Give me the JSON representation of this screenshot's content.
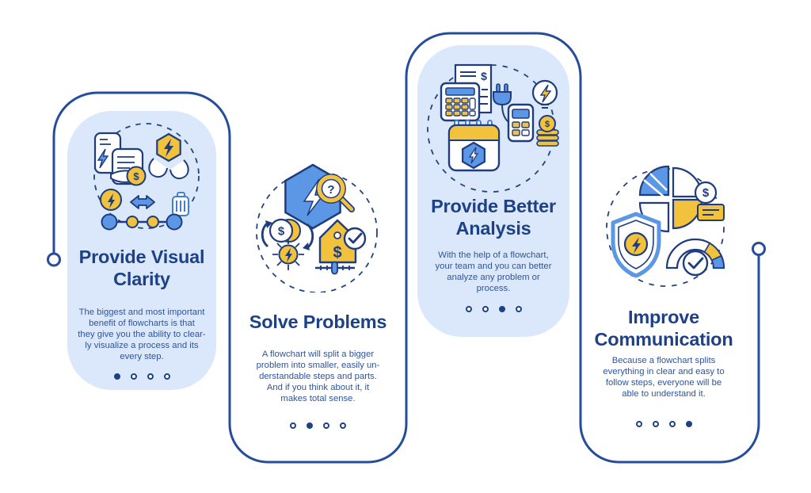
{
  "symbols": {
    "dollar": "$",
    "question": "?"
  },
  "palette": {
    "navy": "#1e3c7e",
    "connector": "#264c9c",
    "blue": "#5b97e4",
    "yellow": "#f2c23c",
    "tint": "#dbe8fb",
    "title_text": "#1c4187",
    "body_text": "#2e549c"
  },
  "cards": [
    {
      "name": "provide-visual-clarity",
      "tinted": true,
      "title": "Provide Visual Clarity",
      "title_lines": [
        "Provide Visual",
        "Clarity"
      ],
      "desc_lines": [
        "The biggest and most important",
        "benefit of flowcharts is that",
        "they give you the ability to clear-",
        "ly visualize a process and its",
        "every step."
      ],
      "dots": {
        "count": 4,
        "active": 0
      },
      "illustration": [
        "documents-icon",
        "dollar-coin-icon",
        "lightning-hexagon-icon",
        "holding-hands-icon",
        "lightning-circle-icon",
        "double-arrow-icon",
        "luggage-icon",
        "progress-dots-icon"
      ]
    },
    {
      "name": "solve-problems",
      "tinted": false,
      "title": "Solve Problems",
      "title_lines": [
        "Solve Problems"
      ],
      "desc_lines": [
        "A flowchart will split a bigger",
        "problem into smaller, easily un-",
        "derstandable steps and parts.",
        "And if you think about it, it",
        "makes total sense."
      ],
      "dots": {
        "count": 4,
        "active": 1
      },
      "illustration": [
        "lightning-hexagon-icon",
        "question-magnifier-icon",
        "dollar-coins-icon",
        "cycle-arrows-icon",
        "lightning-sun-icon",
        "price-tag-icon",
        "check-circle-icon",
        "slider-icon"
      ]
    },
    {
      "name": "provide-better-analysis",
      "tinted": true,
      "title": "Provide Better Analysis",
      "title_lines": [
        "Provide Better",
        "Analysis"
      ],
      "desc_lines": [
        "With the help of a flowchart,",
        "your team and you can better",
        "analyze any problem or",
        "process."
      ],
      "dots": {
        "count": 4,
        "active": 2
      },
      "illustration": [
        "receipt-icon",
        "calculator-icon",
        "plug-icon",
        "small-calculator-icon",
        "lightbulb-icon",
        "coin-stack-icon",
        "calendar-lightning-icon"
      ]
    },
    {
      "name": "improve-communication",
      "tinted": false,
      "title": "Improve Communication",
      "title_lines": [
        "Improve",
        "Communication"
      ],
      "desc_lines": [
        "Because a flowchart splits",
        "everything in clear and easy to",
        "follow steps, everyone will be",
        "able to understand it."
      ],
      "dots": {
        "count": 4,
        "active": 3
      },
      "illustration": [
        "pie-chart-icon",
        "dollar-coin-icon",
        "banknotes-icon",
        "lightning-shield-icon",
        "gauge-check-icon"
      ]
    }
  ]
}
